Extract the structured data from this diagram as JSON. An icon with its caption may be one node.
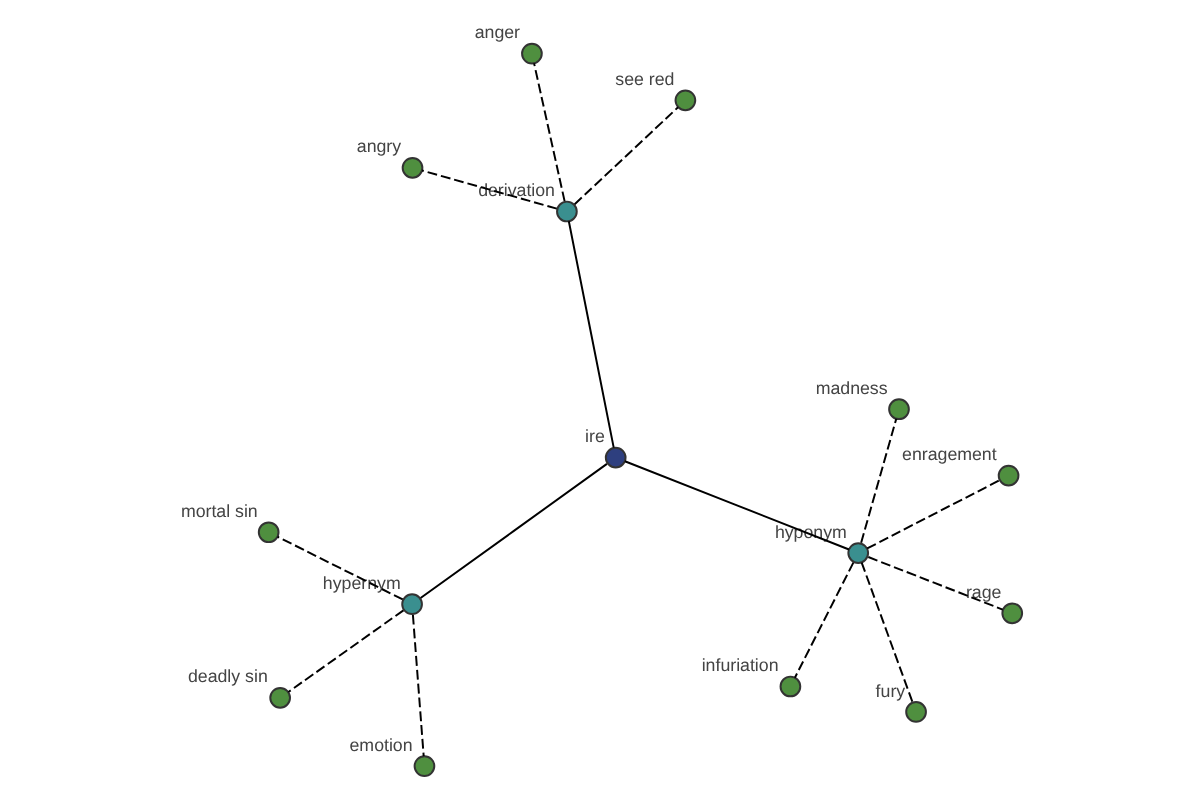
{
  "diagram": {
    "nodes": [
      {
        "text": [
          "ire"
        ]
      },
      {
        "text": [
          "hyponym"
        ]
      },
      {
        "text": [
          "hypernym"
        ]
      },
      {
        "text": [
          "derivation"
        ]
      },
      {
        "text": [
          "enragement"
        ]
      },
      {
        "text": [
          "madness"
        ]
      },
      {
        "text": [
          "infuriation"
        ]
      },
      {
        "text": [
          "rage"
        ]
      },
      {
        "text": [
          "fury"
        ]
      },
      {
        "text": [
          "deadly sin"
        ]
      },
      {
        "text": [
          "emotion"
        ]
      },
      {
        "text": [
          "mortal sin"
        ]
      },
      {
        "text": [
          "see red"
        ]
      },
      {
        "text": [
          "anger"
        ]
      },
      {
        "text": [
          "angry"
        ]
      }
    ],
    "edges": [
      {
        "from": 0,
        "to": 1,
        "arrow": "none"
      },
      {
        "from": 0,
        "to": 2,
        "arrow": "none"
      },
      {
        "from": 0,
        "to": 3,
        "arrow": "none"
      },
      {
        "from": 1,
        "to": 4,
        "arrow": "none",
        "style": "dashed"
      },
      {
        "from": 1,
        "to": 5,
        "arrow": "none",
        "style": "dashed"
      },
      {
        "from": 1,
        "to": 6,
        "arrow": "none",
        "style": "dashed"
      },
      {
        "from": 1,
        "to": 7,
        "arrow": "none",
        "style": "dashed"
      },
      {
        "from": 1,
        "to": 8,
        "arrow": "none",
        "style": "dashed"
      },
      {
        "from": 2,
        "to": 9,
        "arrow": "none",
        "style": "dashed"
      },
      {
        "from": 2,
        "to": 10,
        "arrow": "none",
        "style": "dashed"
      },
      {
        "from": 2,
        "to": 11,
        "arrow": "none",
        "style": "dashed"
      },
      {
        "from": 3,
        "to": 12,
        "arrow": "none",
        "style": "dashed"
      },
      {
        "from": 3,
        "to": 13,
        "arrow": "none",
        "style": "dashed"
      },
      {
        "from": 3,
        "to": 14,
        "arrow": "none",
        "style": "dashed"
      }
    ]
  }
}
